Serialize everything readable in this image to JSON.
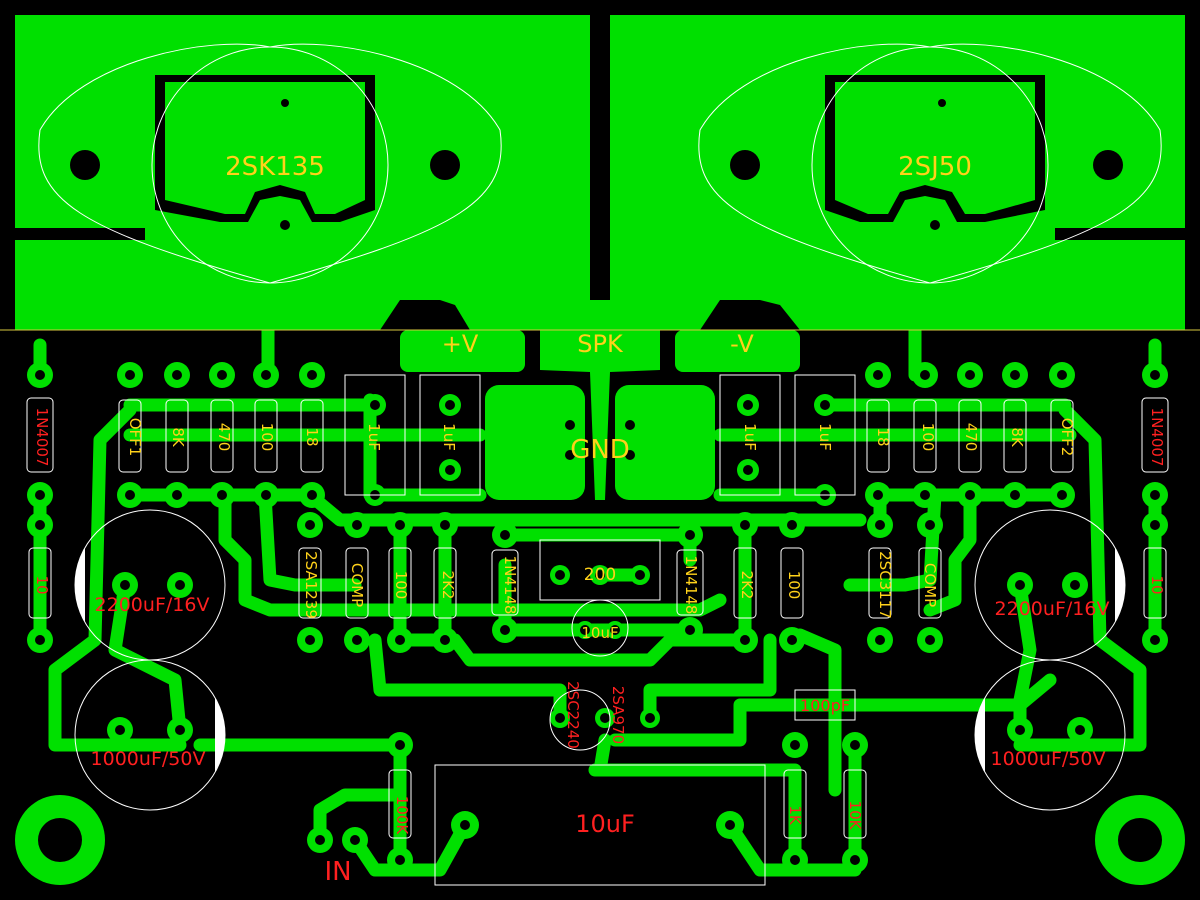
{
  "colors": {
    "background": "#000000",
    "copper": "#00e000",
    "silkscreen": "#ffffff",
    "label_yellow": "#ffd21a",
    "label_red": "#ff2020",
    "board_edge": "#d8c840"
  },
  "mosfets": {
    "left": "2SK135",
    "right": "2SJ50"
  },
  "power_labels": {
    "plus_v": "+V",
    "speaker": "SPK",
    "minus_v": "-V",
    "ground": "GND",
    "input": "IN"
  },
  "components": {
    "res_off1": "OFF1",
    "res_off2": "OFF2",
    "res_8k_left": "8K",
    "res_8k_right": "8K",
    "res_470_left": "470",
    "res_470_right": "470",
    "res_100_left": "100",
    "res_100_right": "100",
    "res_18_left": "18",
    "res_18_right": "18",
    "cap_1u_l1": "1uF",
    "cap_1u_l2": "1uF",
    "cap_1u_r1": "1uF",
    "cap_1u_r2": "1uF",
    "diode_1n4007_left": "1N4007",
    "diode_1n4007_right": "1N4007",
    "res_10_left": "10",
    "res_10_right": "10",
    "trans_2sa1239": "2SA1239",
    "trans_2sc3117": "2SC3117",
    "comp_left": "COMP",
    "comp_right": "COMP",
    "res_100b_left": "100",
    "res_100b_right": "100",
    "res_2k2_left": "2K2",
    "res_2k2_right": "2K2",
    "diode_1n4148_left": "1N4148",
    "diode_1n4148_right": "1N4148",
    "trim_200": "200",
    "cap_10u_small": "10uF",
    "trans_2sc2240": "2SC2240",
    "trans_2sa970": "2SA970",
    "cap_100pf": "100pF",
    "res_100k": "100K",
    "res_1k": "1K",
    "res_10k": "10K",
    "cap_10u_input": "10uF",
    "cap_2200_left": "2200uF/16V",
    "cap_2200_right": "2200uF/16V",
    "cap_1000_left": "1000uF/50V",
    "cap_1000_right": "1000uF/50V"
  }
}
